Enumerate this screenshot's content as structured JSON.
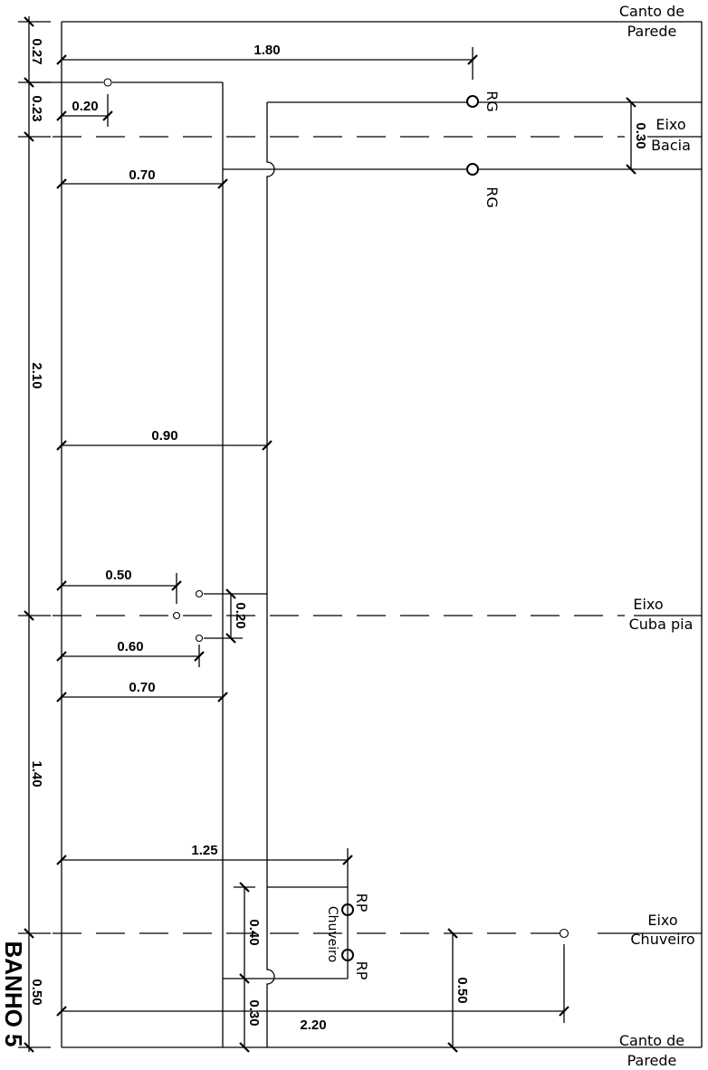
{
  "drawing": {
    "title": "BANHO 5",
    "labels": {
      "corner_top": [
        "Canto de",
        "Parede"
      ],
      "corner_bottom": [
        "Canto de",
        "Parede"
      ],
      "axis_toilet": [
        "Eixo",
        "Bacia"
      ],
      "axis_sink": [
        "Eixo",
        "Cuba pia"
      ],
      "axis_shower": [
        "Eixo",
        "Chuveiro"
      ],
      "rg_top": "RG",
      "rg_bottom": "RG",
      "rp_top": "RP",
      "rp_bottom": "RP",
      "rp_shower": "Chuveiro"
    },
    "dimensions": {
      "v_027": "0.27",
      "v_023": "0.23",
      "v_210": "2.10",
      "v_140": "1.40",
      "v_050_left": "0.50",
      "v_030_toilet": "0.30",
      "v_020_sink": "0.20",
      "v_040_shower": "0.40",
      "v_030_shower": "0.30",
      "v_050_right": "0.50",
      "h_180": "1.80",
      "h_020": "0.20",
      "h_070_top": "0.70",
      "h_090": "0.90",
      "h_050": "0.50",
      "h_060": "0.60",
      "h_070_mid": "0.70",
      "h_125": "1.25",
      "h_220": "2.20"
    },
    "colors": {
      "line": "#000000",
      "background": "#ffffff"
    }
  }
}
